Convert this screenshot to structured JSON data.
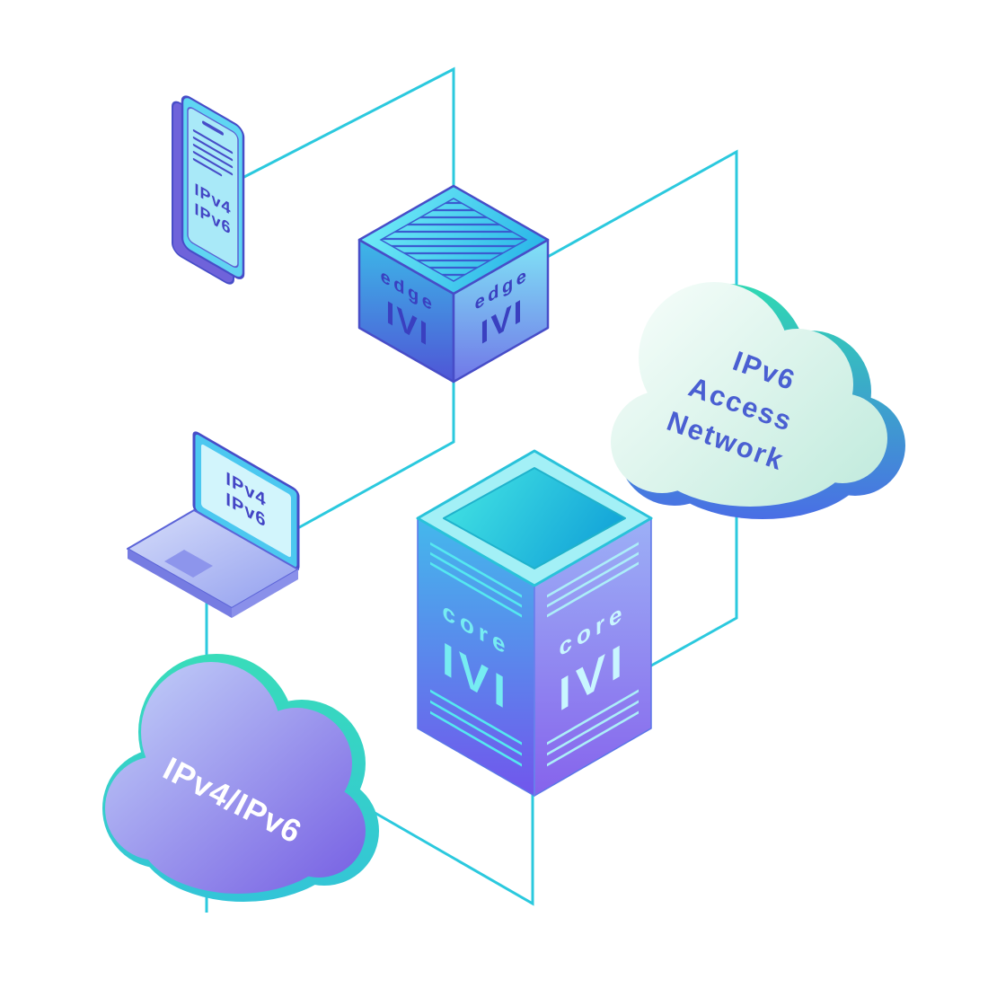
{
  "diagram": {
    "colors": {
      "connector": "#2bc9de",
      "device_text": "#4345c5",
      "cube_text": "#3a40c0",
      "core_text_left": "#76ecf2",
      "core_text_right": "#c9f6ff",
      "access_cloud_text": "#4a5fd2",
      "dualstack_cloud_text": "#ffffff"
    },
    "phone": {
      "line1": "IPv4",
      "line2": "IPv6"
    },
    "laptop": {
      "line1": "IPv4",
      "line2": "IPv6"
    },
    "edge_router": {
      "left_face": {
        "name": "edge",
        "logo": "IVI"
      },
      "right_face": {
        "name": "edge",
        "logo": "IVI"
      }
    },
    "core_router": {
      "left_face": {
        "name": "core",
        "logo": "IVI"
      },
      "right_face": {
        "name": "core",
        "logo": "IVI"
      }
    },
    "access_cloud": {
      "line1": "IPv6",
      "line2": "Access",
      "line3": "Network"
    },
    "dualstack_cloud": {
      "label": "IPv4/IPv6"
    }
  }
}
